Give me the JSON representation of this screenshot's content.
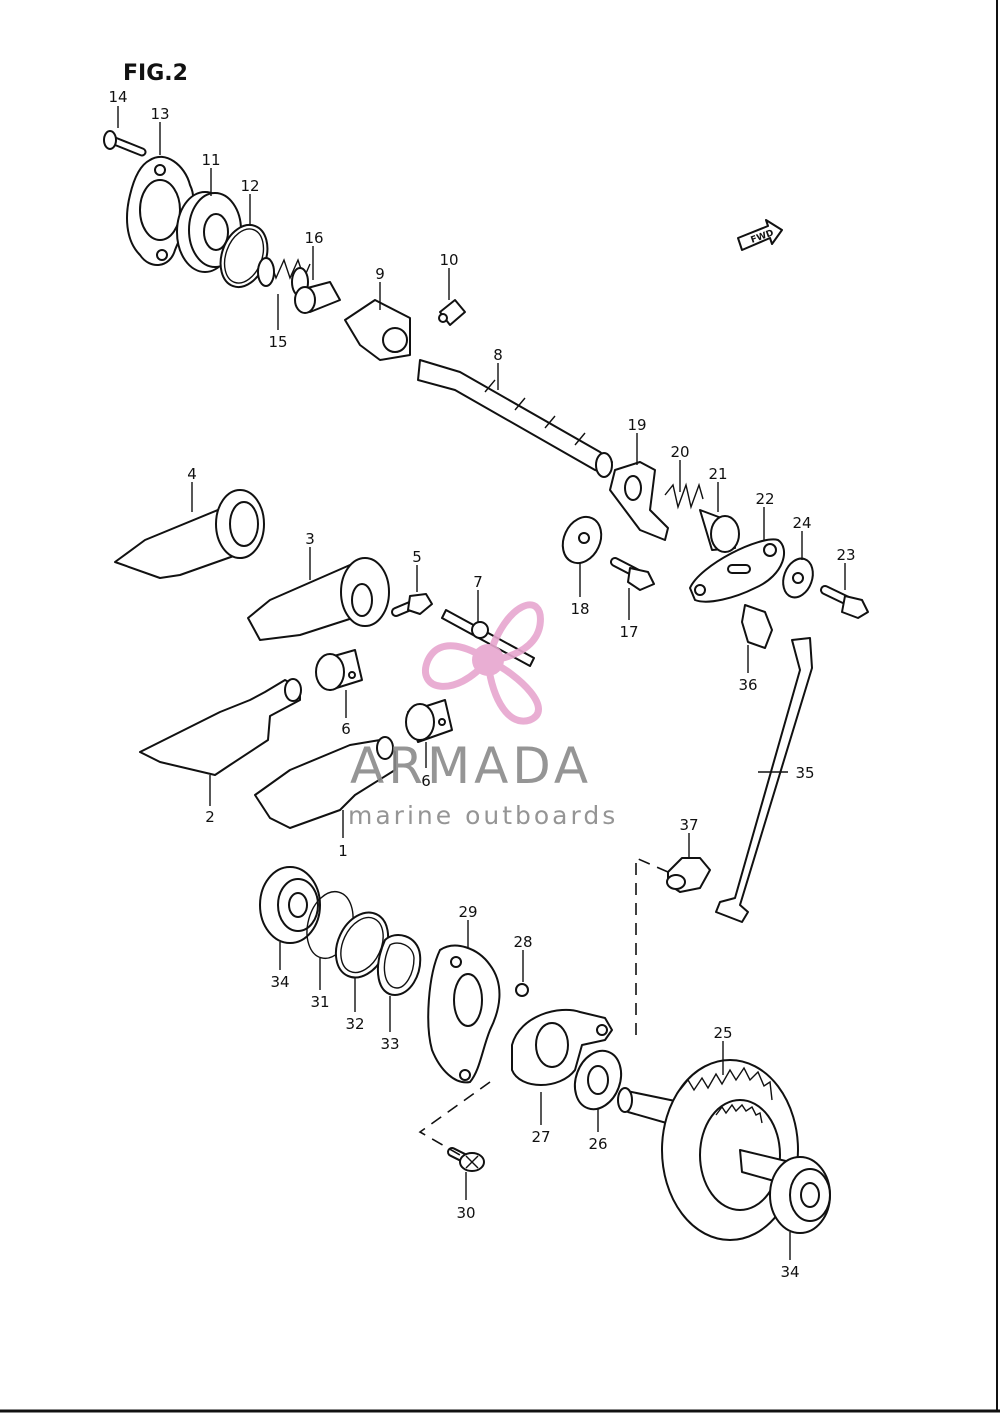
{
  "figure": {
    "title": "FIG.2"
  },
  "direction_badge": {
    "text": "FWD"
  },
  "watermark": {
    "brand": "ARMADA",
    "tagline": "marine outboards",
    "color": "#e7a6cf"
  },
  "callouts": [
    {
      "id": "c14",
      "text": "14"
    },
    {
      "id": "c13",
      "text": "13"
    },
    {
      "id": "c11",
      "text": "11"
    },
    {
      "id": "c12",
      "text": "12"
    },
    {
      "id": "c16",
      "text": "16"
    },
    {
      "id": "c15",
      "text": "15"
    },
    {
      "id": "c9",
      "text": "9"
    },
    {
      "id": "c10",
      "text": "10"
    },
    {
      "id": "c8",
      "text": "8"
    },
    {
      "id": "c4",
      "text": "4"
    },
    {
      "id": "c3",
      "text": "3"
    },
    {
      "id": "c5",
      "text": "5"
    },
    {
      "id": "c7",
      "text": "7"
    },
    {
      "id": "c19",
      "text": "19"
    },
    {
      "id": "c20",
      "text": "20"
    },
    {
      "id": "c21",
      "text": "21"
    },
    {
      "id": "c22",
      "text": "22"
    },
    {
      "id": "c24",
      "text": "24"
    },
    {
      "id": "c23",
      "text": "23"
    },
    {
      "id": "c18",
      "text": "18"
    },
    {
      "id": "c17",
      "text": "17"
    },
    {
      "id": "c36",
      "text": "36"
    },
    {
      "id": "c35",
      "text": "35"
    },
    {
      "id": "c6a",
      "text": "6"
    },
    {
      "id": "c6b",
      "text": "6"
    },
    {
      "id": "c2",
      "text": "2"
    },
    {
      "id": "c1",
      "text": "1"
    },
    {
      "id": "c37",
      "text": "37"
    },
    {
      "id": "c29",
      "text": "29"
    },
    {
      "id": "c28",
      "text": "28"
    },
    {
      "id": "c34a",
      "text": "34"
    },
    {
      "id": "c31",
      "text": "31"
    },
    {
      "id": "c32",
      "text": "32"
    },
    {
      "id": "c33",
      "text": "33"
    },
    {
      "id": "c25",
      "text": "25"
    },
    {
      "id": "c27",
      "text": "27"
    },
    {
      "id": "c26",
      "text": "26"
    },
    {
      "id": "c30",
      "text": "30"
    },
    {
      "id": "c34b",
      "text": "34"
    }
  ]
}
